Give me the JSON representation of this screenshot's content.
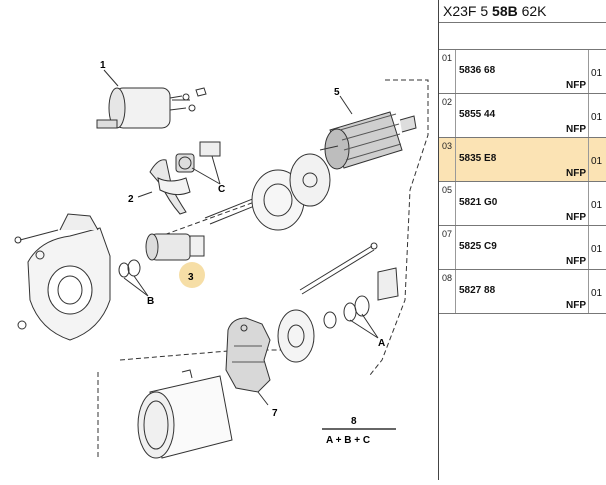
{
  "header": {
    "prefix": "X23F 5 ",
    "bold": "58B",
    "suffix": " 62K"
  },
  "parts": [
    {
      "index": "01",
      "ref": "5836 68",
      "note": "NFP",
      "qty": "01",
      "selected": false
    },
    {
      "index": "02",
      "ref": "5855 44",
      "note": "NFP",
      "qty": "01",
      "selected": false
    },
    {
      "index": "03",
      "ref": "5835 E8",
      "note": "NFP",
      "qty": "01",
      "selected": true
    },
    {
      "index": "05",
      "ref": "5821 G0",
      "note": "NFP",
      "qty": "01",
      "selected": false
    },
    {
      "index": "07",
      "ref": "5825 C9",
      "note": "NFP",
      "qty": "01",
      "selected": false
    },
    {
      "index": "08",
      "ref": "5827 88",
      "note": "NFP",
      "qty": "01",
      "selected": false
    }
  ],
  "callouts": {
    "c1": "1",
    "c2": "2",
    "c3": "3",
    "c5": "5",
    "c7": "7",
    "c8": "8",
    "cA": "A",
    "cB": "B",
    "cC": "C",
    "kit": "A + B + C"
  },
  "colors": {
    "highlight": "#fbe3b4",
    "callout_highlight": "#f6dea6"
  }
}
